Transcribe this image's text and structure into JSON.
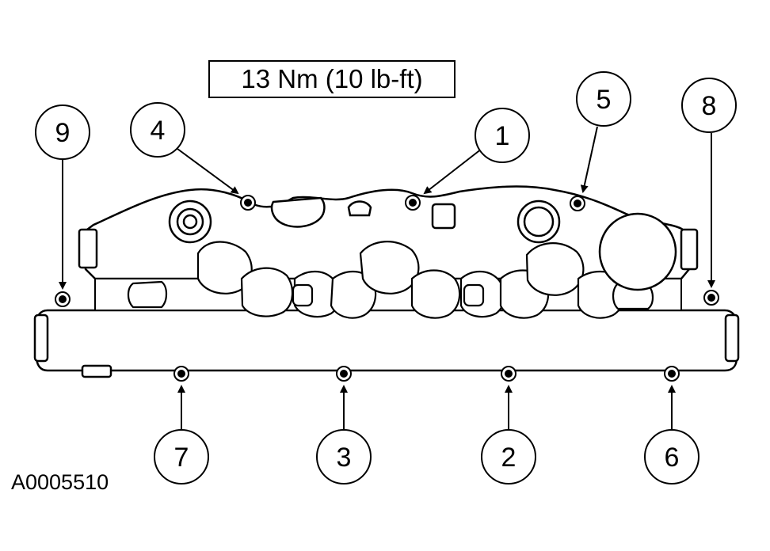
{
  "torque_spec": "13 Nm (10 lb-ft)",
  "figure_id": "A0005510",
  "callouts": [
    "9",
    "4",
    "1",
    "5",
    "8",
    "7",
    "3",
    "2",
    "6"
  ],
  "colors": {
    "ink": "#000000",
    "paper": "#ffffff"
  }
}
